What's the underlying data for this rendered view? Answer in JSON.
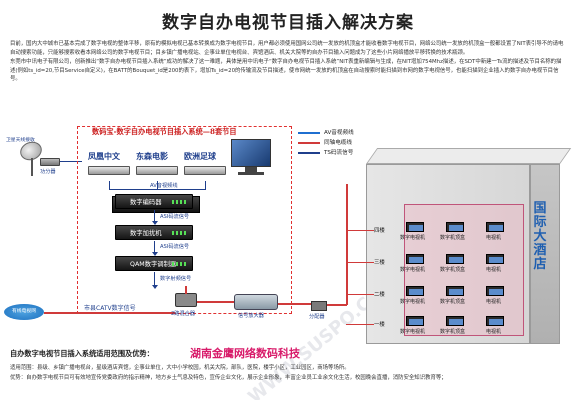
{
  "title": "数字自办电视节目插入解决方案",
  "intro": [
    "目前，国内大中城市已基本完成了数字电视的整体平移，原有的模拟电视已基本转换成为数字电视节目，用户都必须使用国网公司统一发放的机顶盒才能收看数字电视节目，网络公司统一发放的机顶盒一般都设置了NIT表引导不的请电自动搜索功能，只能够搜索收看本网络公司的数字电视节目；目乡镇广播电视站、企事业单位电视台、宾馆酒店、机关大院等的自办节目输入问题成为了这些小片网络播放平移转换的技术瓶颈。",
    "东莞市中讯电子有限公司，创新推出“数字自办电视节目插入系统”成功的解决了这一难题，具体是用中讯电子“数字自办电视节目插入系统”NIT表重新编辑与生成，在NIT增加754Mhz描述，在SDT中新建一Ts流的描述及节目名称的描述(例如ts_id=20,节目Service自定义)，在BATT的Bouquet_id是200的表下，增加Ts_id=20的传输流及节目描述，使市网统一发放的机顶盒在自动搜索时能扫描到市网的数字电视信号，也能扫描到企业插入的数字自办电视节目信号。"
  ],
  "diagram": {
    "system_title": "数码宝-数字自办电视节目插入系统—8套节目",
    "stb_labels": [
      "凤凰中文",
      "东森电影",
      "欧洲足球"
    ],
    "av_out_tag": "AV音视频线",
    "devices": [
      "数字编码器",
      "数字加扰机",
      "QAM数字调制器"
    ],
    "asi_tag_1": "ASI码流信号",
    "asi_tag_2": "ASI码流信号",
    "rf_tag": "数字射频信号",
    "cable_signal": "市县CATV数字信号",
    "combiner_label": "2路混合器",
    "amp_label": "信号放大器",
    "splitter_label": "分配器",
    "satellite_label": "卫星天线接收",
    "cable_tv_label": "有线电视网",
    "amp_small_label": "功分器",
    "legend": [
      {
        "label": "AV音视频线",
        "color": "#1f6fd0"
      },
      {
        "label": "同轴电缆线",
        "color": "#d03a3a"
      },
      {
        "label": "TS码流信号",
        "color": "#1f3f8c"
      }
    ],
    "hotel_sign": "国际大酒店",
    "floors": [
      {
        "name": "四楼",
        "tvs": [
          "数字电视机",
          "数字机顶盒",
          "电视机"
        ]
      },
      {
        "name": "三楼",
        "tvs": [
          "数字电视机",
          "数字机顶盒",
          "电视机"
        ]
      },
      {
        "name": "二楼",
        "tvs": [
          "数字电视机",
          "数字机顶盒",
          "电视机"
        ]
      },
      {
        "name": "一楼",
        "tvs": [
          "数字电视机",
          "数字机顶盒",
          "电视机"
        ]
      }
    ],
    "watermark": "WWW.SUSPO.COM.CN"
  },
  "scope": {
    "title": "自办数字电视节目插入系统适用范围及优势：",
    "company": "湖南金鹰网络数码科技",
    "usage": "适用范围：县级、乡镇广播电视台，星级酒店宾馆，企事业单位，大中小学校园，机关大院，部队，医院，楼宇小区，工业园区，商场等场所。",
    "advantage": "优势：自办数字电视节目可有效地宣传党委政府的指示精神，地方乡土气息及特色，宣传企业文化，展示企业形象，丰富企业员工业余文化生活，校园晚会直播，消防安全知识教育等；"
  }
}
